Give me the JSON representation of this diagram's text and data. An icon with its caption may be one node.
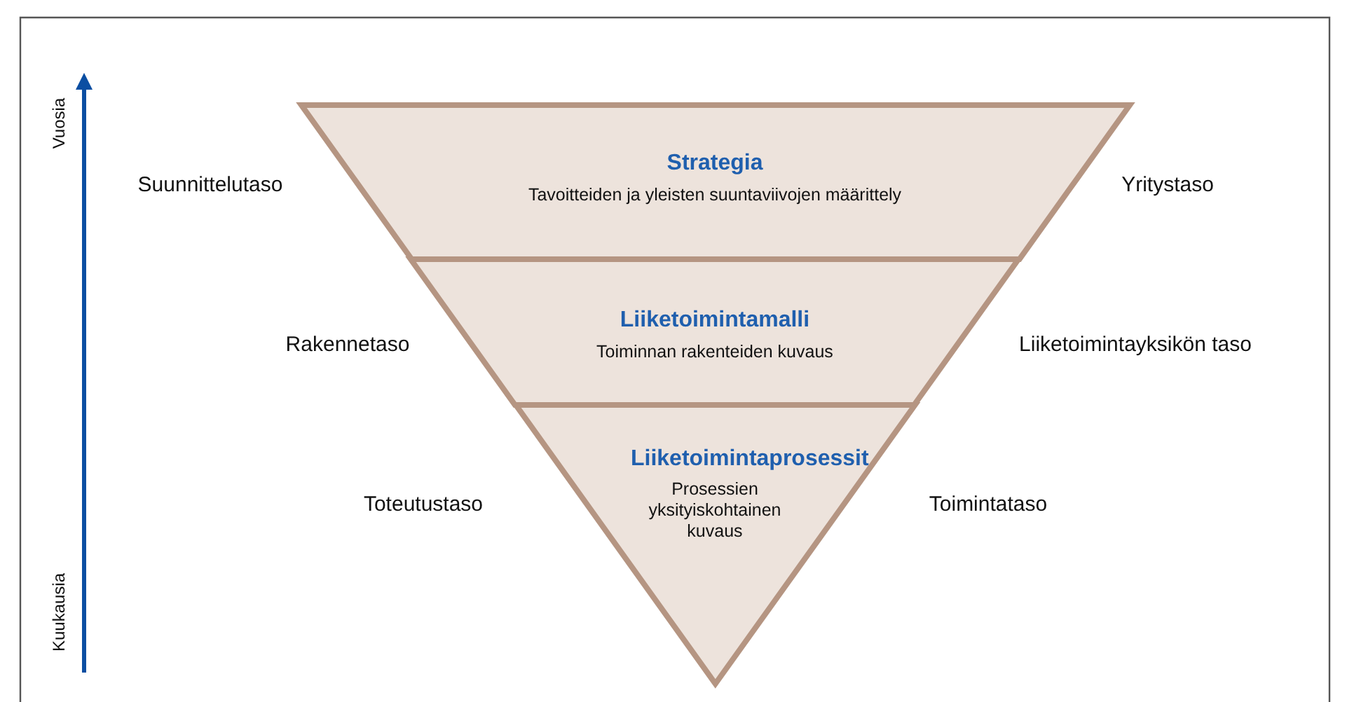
{
  "diagram": {
    "nodes": [
      {
        "text": [
          "Strategia",
          "Tavoitteiden ja yleisten suuntaviivojen määrittely"
        ]
      },
      {
        "text": [
          "Liiketoimintamalli",
          "Toiminnan rakenteiden kuvaus"
        ]
      },
      {
        "text": [
          "Liiketoimintaprosessit",
          "Prosessien yksityiskohtainen kuvaus"
        ]
      }
    ],
    "edges": [],
    "labels": [
      "Vuosia",
      "Suunnittelutaso",
      "Yritystaso",
      "Rakennetaso",
      "Liiketoimintayksikön taso",
      "Toteutustaso",
      "Toimintataso",
      "Kuukausia"
    ]
  }
}
